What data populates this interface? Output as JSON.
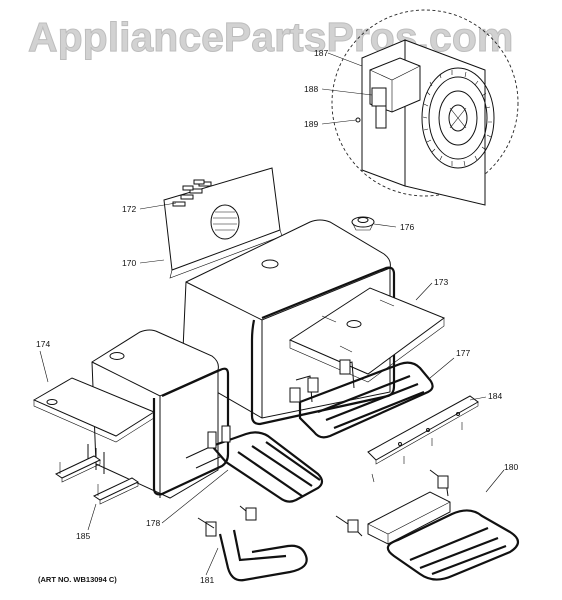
{
  "watermark": "AppliancePartsPros.com",
  "art_number": "(ART NO. WB13094 C)",
  "callouts": {
    "c187": "187",
    "c188": "188",
    "c189": "189",
    "c172": "172",
    "c170": "170",
    "c176": "176",
    "c173": "173",
    "c174": "174",
    "c177": "177",
    "c184": "184",
    "c185": "185",
    "c178": "178",
    "c180": "180",
    "c181": "181"
  }
}
